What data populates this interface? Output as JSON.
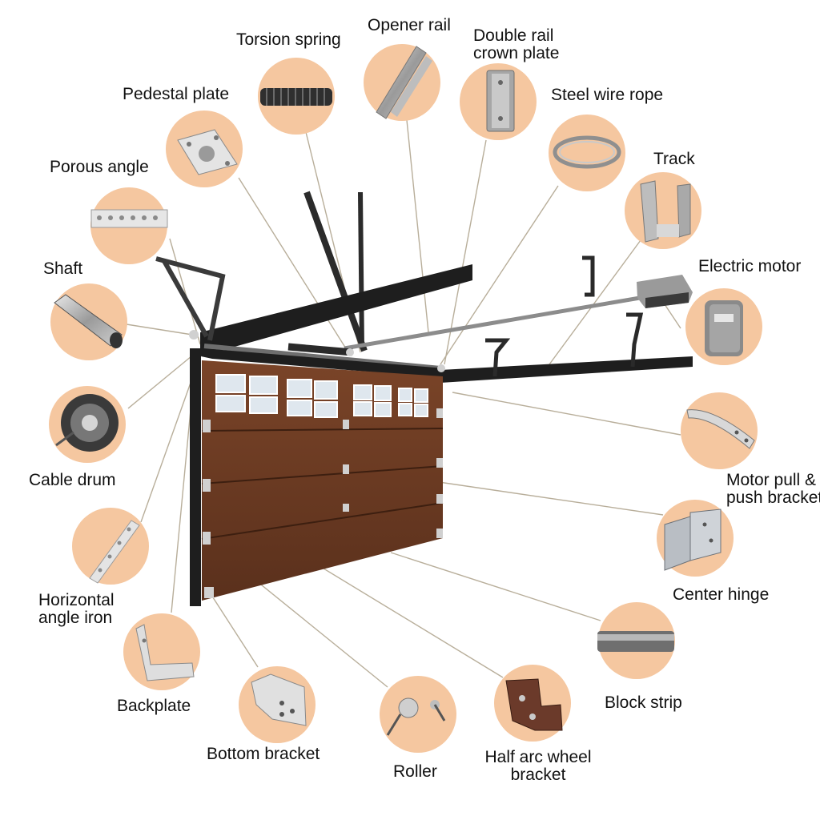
{
  "labels": {
    "torsion_spring": "Torsion spring",
    "opener_rail": "Opener rail",
    "double_rail_crown_plate": [
      "Double rail",
      "crown plate"
    ],
    "pedestal_plate": "Pedestal plate",
    "steel_wire_rope": "Steel wire rope",
    "porous_angle": "Porous angle",
    "track": "Track",
    "shaft": "Shaft",
    "electric_motor": "Electric motor",
    "cable_drum": "Cable drum",
    "motor_pull_push_bracket": [
      "Motor pull &",
      "push bracket"
    ],
    "horizontal_angle_iron": [
      "Horizontal",
      "angle iron"
    ],
    "center_hinge": "Center hinge",
    "backplate": "Backplate",
    "block_strip": "Block strip",
    "bottom_bracket": "Bottom bracket",
    "roller": "Roller",
    "half_arc_wheel_bracket": [
      "Half arc wheel",
      "bracket"
    ]
  },
  "colors": {
    "circle_fill": "#f5c7a0",
    "door_wood": "#6b3a22",
    "track_metal": "#2a2a2a",
    "leader_line": "#b8ae9a"
  }
}
